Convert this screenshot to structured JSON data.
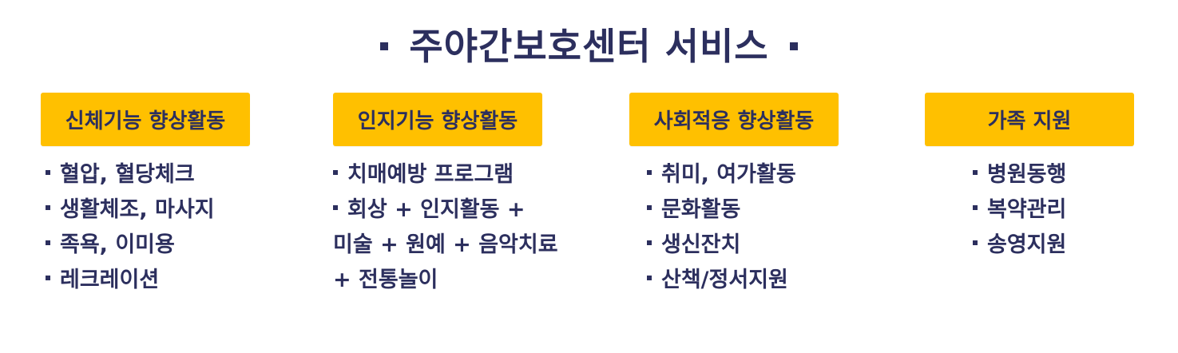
{
  "title": "주야간보호센터 서비스",
  "columns": [
    {
      "header": "신체기능 향상활동",
      "items": [
        {
          "text": "혈압, 혈당체크",
          "bullet": true
        },
        {
          "text": "생활체조, 마사지",
          "bullet": true
        },
        {
          "text": "족욕, 이미용",
          "bullet": true
        },
        {
          "text": "레크레이션",
          "bullet": true
        }
      ]
    },
    {
      "header": "인지기능 향상활동",
      "items": [
        {
          "text": "치매예방 프로그램",
          "bullet": true
        },
        {
          "text": "회상 + 인지활동 +",
          "bullet": true
        },
        {
          "text": "미술 + 원예 + 음악치료",
          "bullet": false
        },
        {
          "text": "+ 전통놀이",
          "bullet": false
        }
      ]
    },
    {
      "header": "사회적응 향상활동",
      "items": [
        {
          "text": "취미, 여가활동",
          "bullet": true
        },
        {
          "text": "문화활동",
          "bullet": true
        },
        {
          "text": "생신잔치",
          "bullet": true
        },
        {
          "text": "산책/정서지원",
          "bullet": true
        }
      ]
    },
    {
      "header": "가족 지원",
      "items": [
        {
          "text": "병원동행",
          "bullet": true
        },
        {
          "text": "복약관리",
          "bullet": true
        },
        {
          "text": "송영지원",
          "bullet": true
        }
      ]
    }
  ],
  "colors": {
    "accent": "#ffc000",
    "text": "#2c2f5e",
    "background": "#ffffff"
  }
}
